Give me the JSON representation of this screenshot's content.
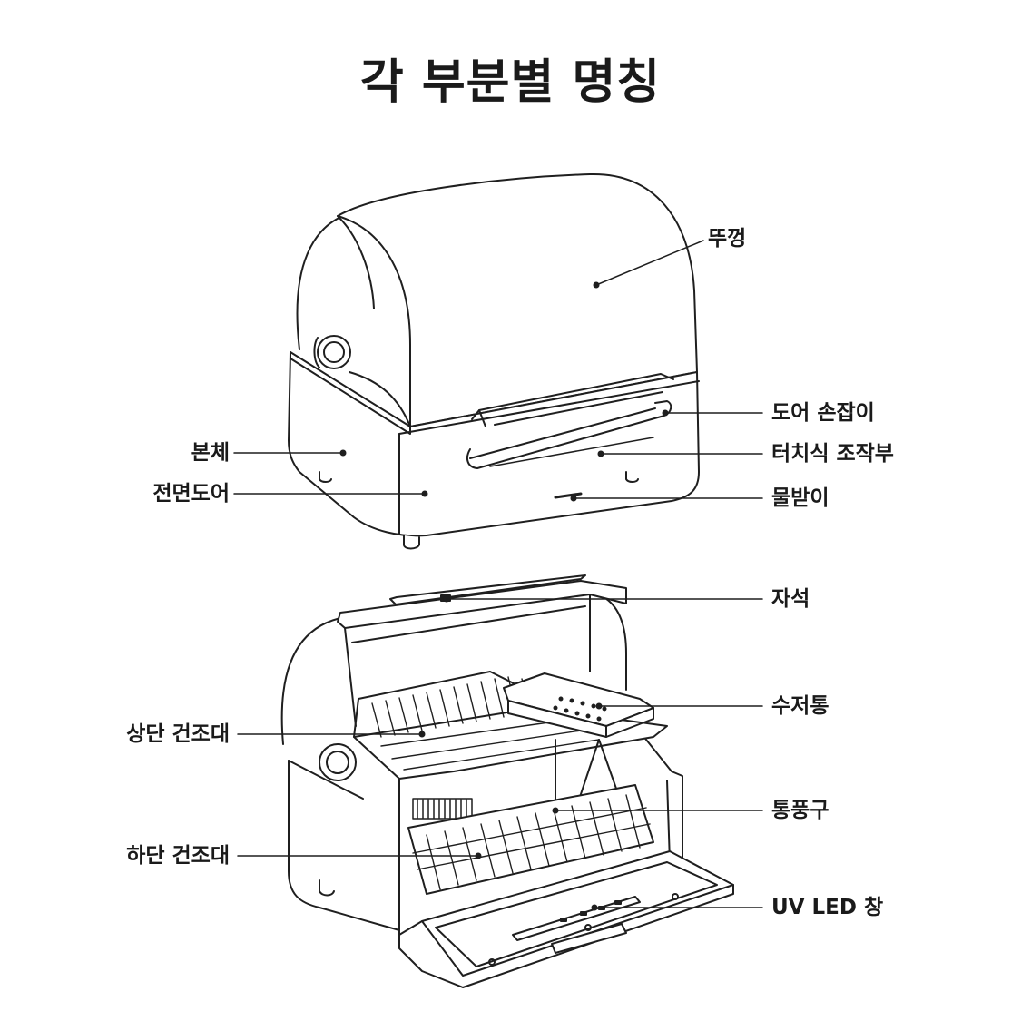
{
  "title": "각 부분별 명칭",
  "colors": {
    "line": "#1f1f1f",
    "fill": "#ffffff",
    "text": "#1a1a1a"
  },
  "closed_view": {
    "labels": {
      "lid": "뚜껑",
      "door_handle": "도어 손잡이",
      "body": "본체",
      "touch_panel": "터치식 조작부",
      "front_door": "전면도어",
      "drip_tray": "물받이"
    }
  },
  "open_view": {
    "labels": {
      "magnet": "자석",
      "cutlery_holder": "수저통",
      "upper_rack": "상단 건조대",
      "vent": "통풍구",
      "lower_rack": "하단 건조대",
      "uv_led_window": "UV LED 창"
    }
  }
}
